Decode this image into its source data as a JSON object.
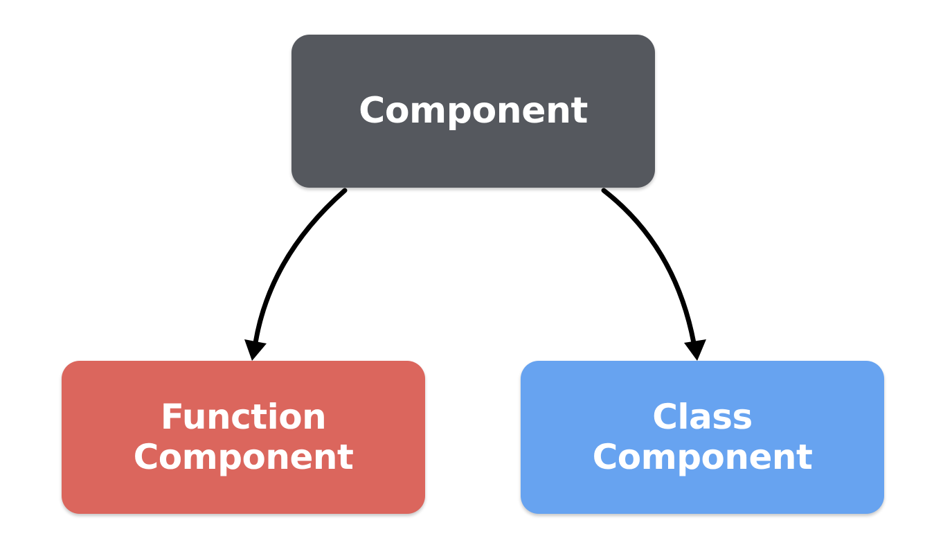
{
  "diagram": {
    "root": {
      "label": "Component",
      "color": "#55585e"
    },
    "children": [
      {
        "line1": "Function",
        "line2": "Component",
        "color": "#db665d"
      },
      {
        "line1": "Class",
        "line2": "Component",
        "color": "#67a3f0"
      }
    ],
    "edge_color": "#000000"
  }
}
